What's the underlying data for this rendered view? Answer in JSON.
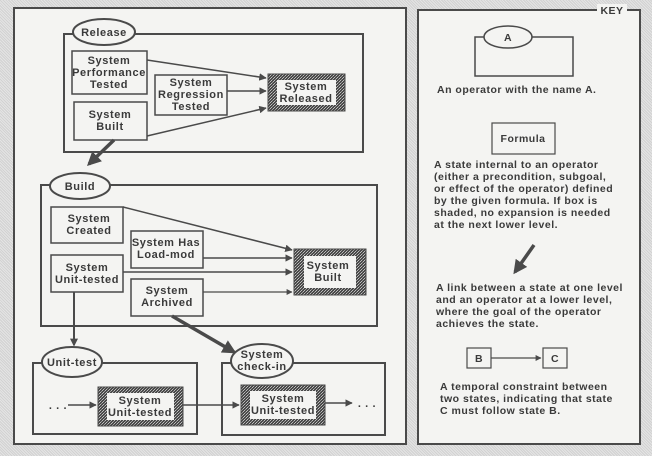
{
  "key": {
    "title": "KEY",
    "operator_sample_name": "A",
    "operator_desc": "An operator with the name A.",
    "state_sample": "Formula",
    "state_desc": [
      "A state internal to an operator",
      "(either a precondition, subgoal,",
      "or effect of the operator) defined",
      "by the given formula.  If box is",
      "shaded, no expansion is needed",
      "at the next lower level."
    ],
    "link_desc": [
      "A link between a state at one level",
      "and an operator at a lower level,",
      "where the goal of the operator",
      "achieves the state."
    ],
    "temporal_b": "B",
    "temporal_c": "C",
    "temporal_desc": [
      "A temporal constraint between",
      "two states, indicating that state",
      "C must follow state B."
    ]
  },
  "operators": {
    "release": {
      "name": "Release",
      "states": {
        "perf": [
          "System",
          "Performance",
          "Tested"
        ],
        "regr": [
          "System",
          "Regression",
          "Tested"
        ],
        "built": [
          "System",
          "Built"
        ],
        "released": [
          "System",
          "Released"
        ]
      }
    },
    "build": {
      "name": "Build",
      "states": {
        "created": [
          "System",
          "Created"
        ],
        "loadmod": [
          "System Has",
          "Load-mod"
        ],
        "unittested": [
          "System",
          "Unit-tested"
        ],
        "archived": [
          "System",
          "Archived"
        ],
        "built": [
          "System",
          "Built"
        ]
      }
    },
    "unittest": {
      "name": "Unit-test",
      "ellipsis": ". . .",
      "states": {
        "unittested": [
          "System",
          "Unit-tested"
        ]
      }
    },
    "checkin": {
      "name": [
        "System",
        "check-in"
      ],
      "ellipsis": ". . .",
      "states": {
        "unittested": [
          "System",
          "Unit-tested"
        ]
      }
    }
  }
}
